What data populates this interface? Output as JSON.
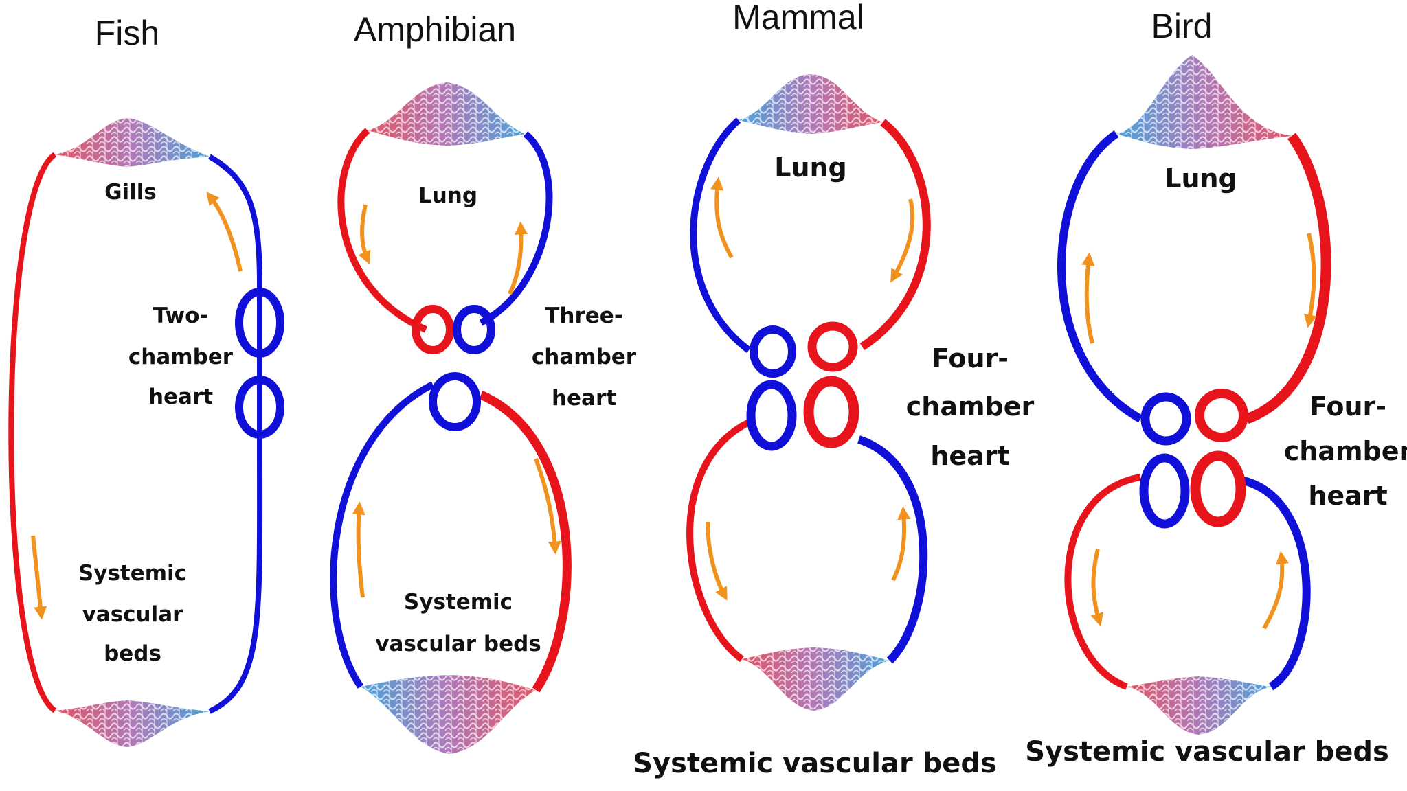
{
  "colors": {
    "oxygenated": "#e8141c",
    "deoxygenated": "#1010d8",
    "flow_arrow": "#f2921e",
    "capillary_red": "#e05566",
    "capillary_blue": "#4aa2d8"
  },
  "panels": {
    "fish": {
      "title": "Fish",
      "respiratory": "Gills",
      "heart": [
        "Two-",
        "chamber",
        "heart"
      ],
      "systemic": [
        "Systemic",
        "vascular",
        "beds"
      ]
    },
    "amphibian": {
      "title": "Amphibian",
      "respiratory": "Lung",
      "heart": [
        "Three-",
        "chamber",
        "heart"
      ],
      "systemic": [
        "Systemic",
        "vascular beds"
      ]
    },
    "mammal": {
      "title": "Mammal",
      "respiratory": "Lung",
      "heart": [
        "Four-",
        "chamber",
        "heart"
      ],
      "systemic": "Systemic vascular beds"
    },
    "bird": {
      "title": "Bird",
      "respiratory": "Lung",
      "heart": [
        "Four-",
        "chamber",
        "heart"
      ],
      "systemic": "Systemic vascular beds"
    }
  }
}
